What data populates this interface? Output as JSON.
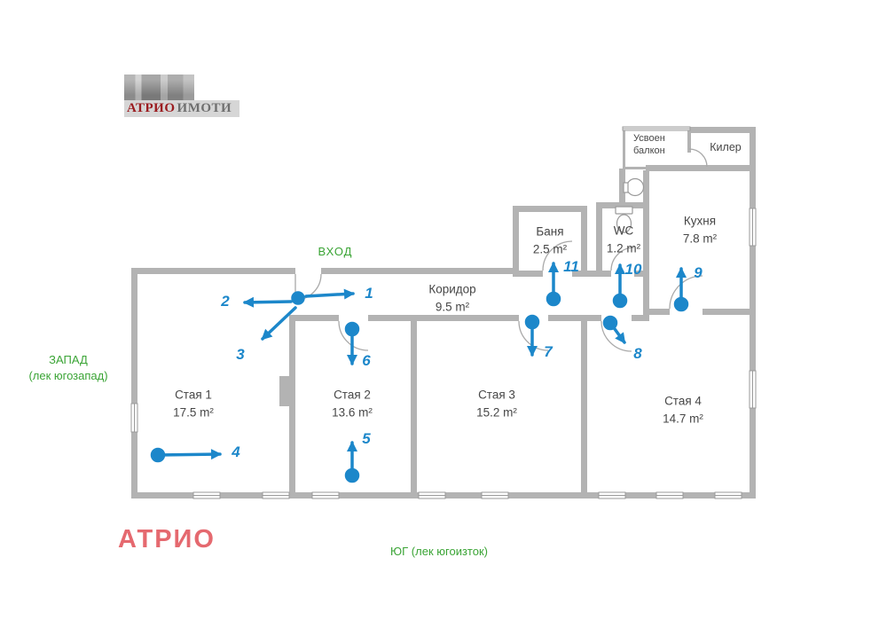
{
  "logo": {
    "brand": "АТРИО",
    "suffix": "ИМОТИ"
  },
  "watermark": "АТРИО",
  "compass": {
    "entrance_label": "ВХОД",
    "west_label": "ЗАПАД",
    "west_sub": "(лек югозапад)",
    "south_label": "ЮГ (лек югоизток)"
  },
  "rooms": {
    "room1": {
      "name": "Стая 1",
      "area": "17.5 m²"
    },
    "room2": {
      "name": "Стая 2",
      "area": "13.6 m²"
    },
    "room3": {
      "name": "Стая 3",
      "area": "15.2 m²"
    },
    "room4": {
      "name": "Стая 4",
      "area": "14.7 m²"
    },
    "corridor": {
      "name": "Коридор",
      "area": "9.5 m²"
    },
    "bath": {
      "name": "Баня",
      "area": "2.5 m²"
    },
    "wc": {
      "name": "WC",
      "area": "1.2 m²"
    },
    "kitchen": {
      "name": "Кухня",
      "area": "7.8 m²"
    },
    "pantry": {
      "name": "Килер"
    },
    "balcony": {
      "name": "Усвоен балкон"
    }
  },
  "arrows": [
    "1",
    "2",
    "3",
    "4",
    "5",
    "6",
    "7",
    "8",
    "9",
    "10",
    "11"
  ],
  "colors": {
    "arrow_blue": "#1c87ca",
    "direction_green": "#3aa435",
    "brand_red": "#9b1c20",
    "watermark_pink": "#e5696f",
    "wall_gray": "#b3b3b3"
  }
}
